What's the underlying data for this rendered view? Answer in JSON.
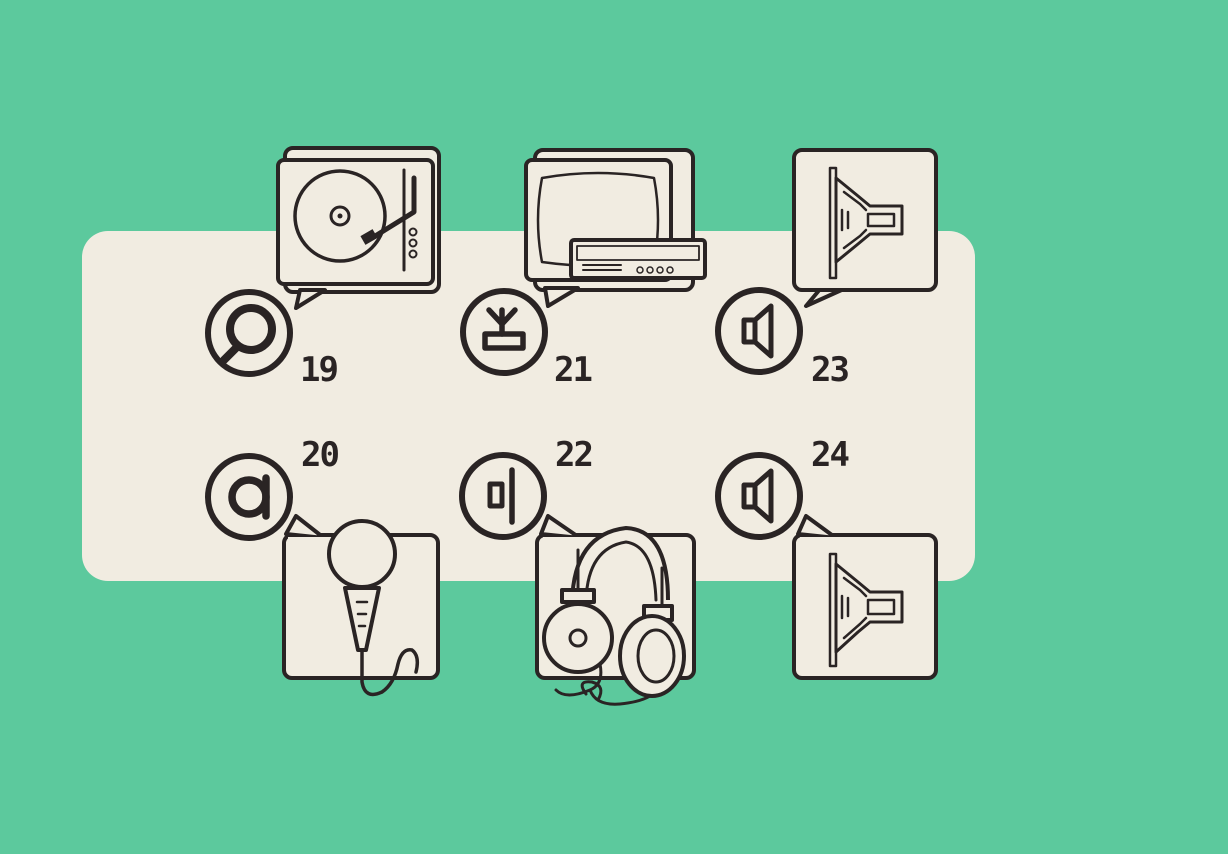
{
  "colors": {
    "background": "#5cc99d",
    "panel": "#f1ece1",
    "ink": "#2a2424"
  },
  "items": [
    {
      "number": "19",
      "device": "record-player",
      "symbol": "phono-input-symbol"
    },
    {
      "number": "20",
      "device": "microphone",
      "symbol": "microphone-input-symbol"
    },
    {
      "number": "21",
      "device": "tv-tuner",
      "symbol": "tuner-antenna-symbol"
    },
    {
      "number": "22",
      "device": "headphones",
      "symbol": "headphone-output-symbol"
    },
    {
      "number": "23",
      "device": "loudspeaker",
      "symbol": "speaker-output-symbol"
    },
    {
      "number": "24",
      "device": "loudspeaker",
      "symbol": "speaker-output-symbol"
    }
  ]
}
